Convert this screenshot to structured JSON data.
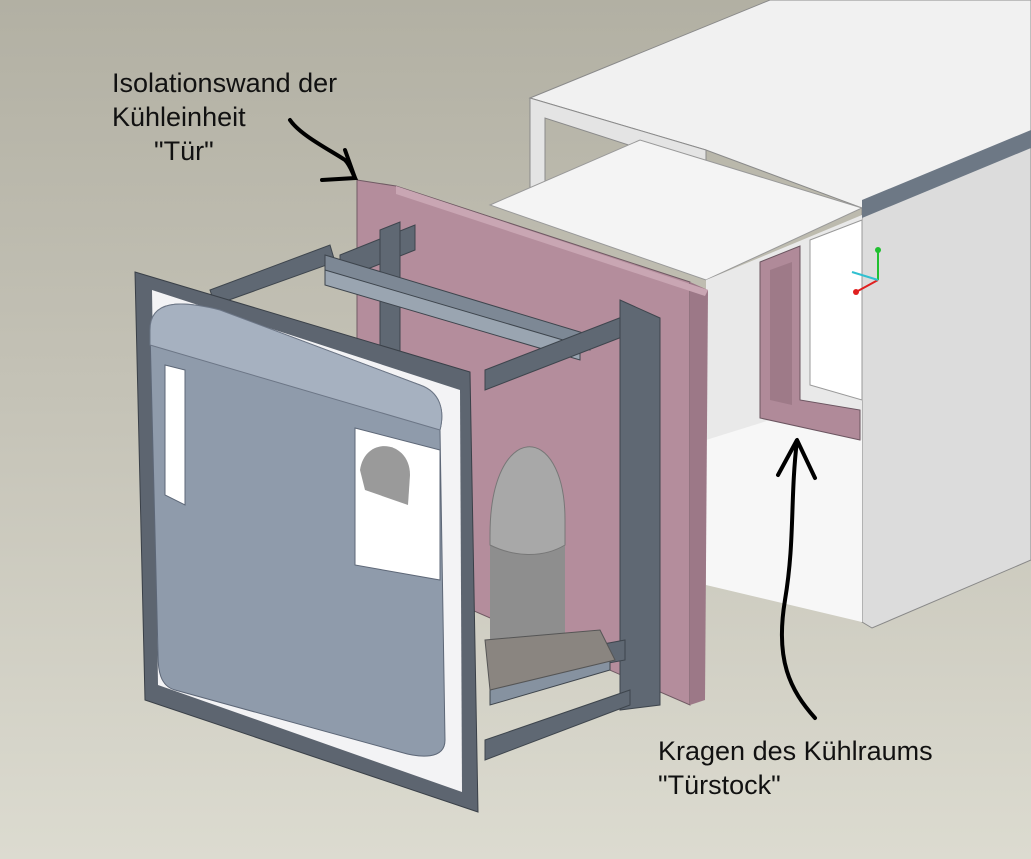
{
  "annotations": {
    "door": {
      "line1": "Isolationswand der",
      "line2": "Kühleinheit",
      "line3": "\"Tür\""
    },
    "frame": {
      "line1": "Kragen des Kühlraums",
      "line2": "\"Türstock\""
    }
  },
  "colors": {
    "insulation": "#b38c9c",
    "frame_steel": "#5f6873",
    "door_panel": "#8f9bab",
    "duct": "#f0f0f0",
    "dome": "#9a9a9a"
  }
}
